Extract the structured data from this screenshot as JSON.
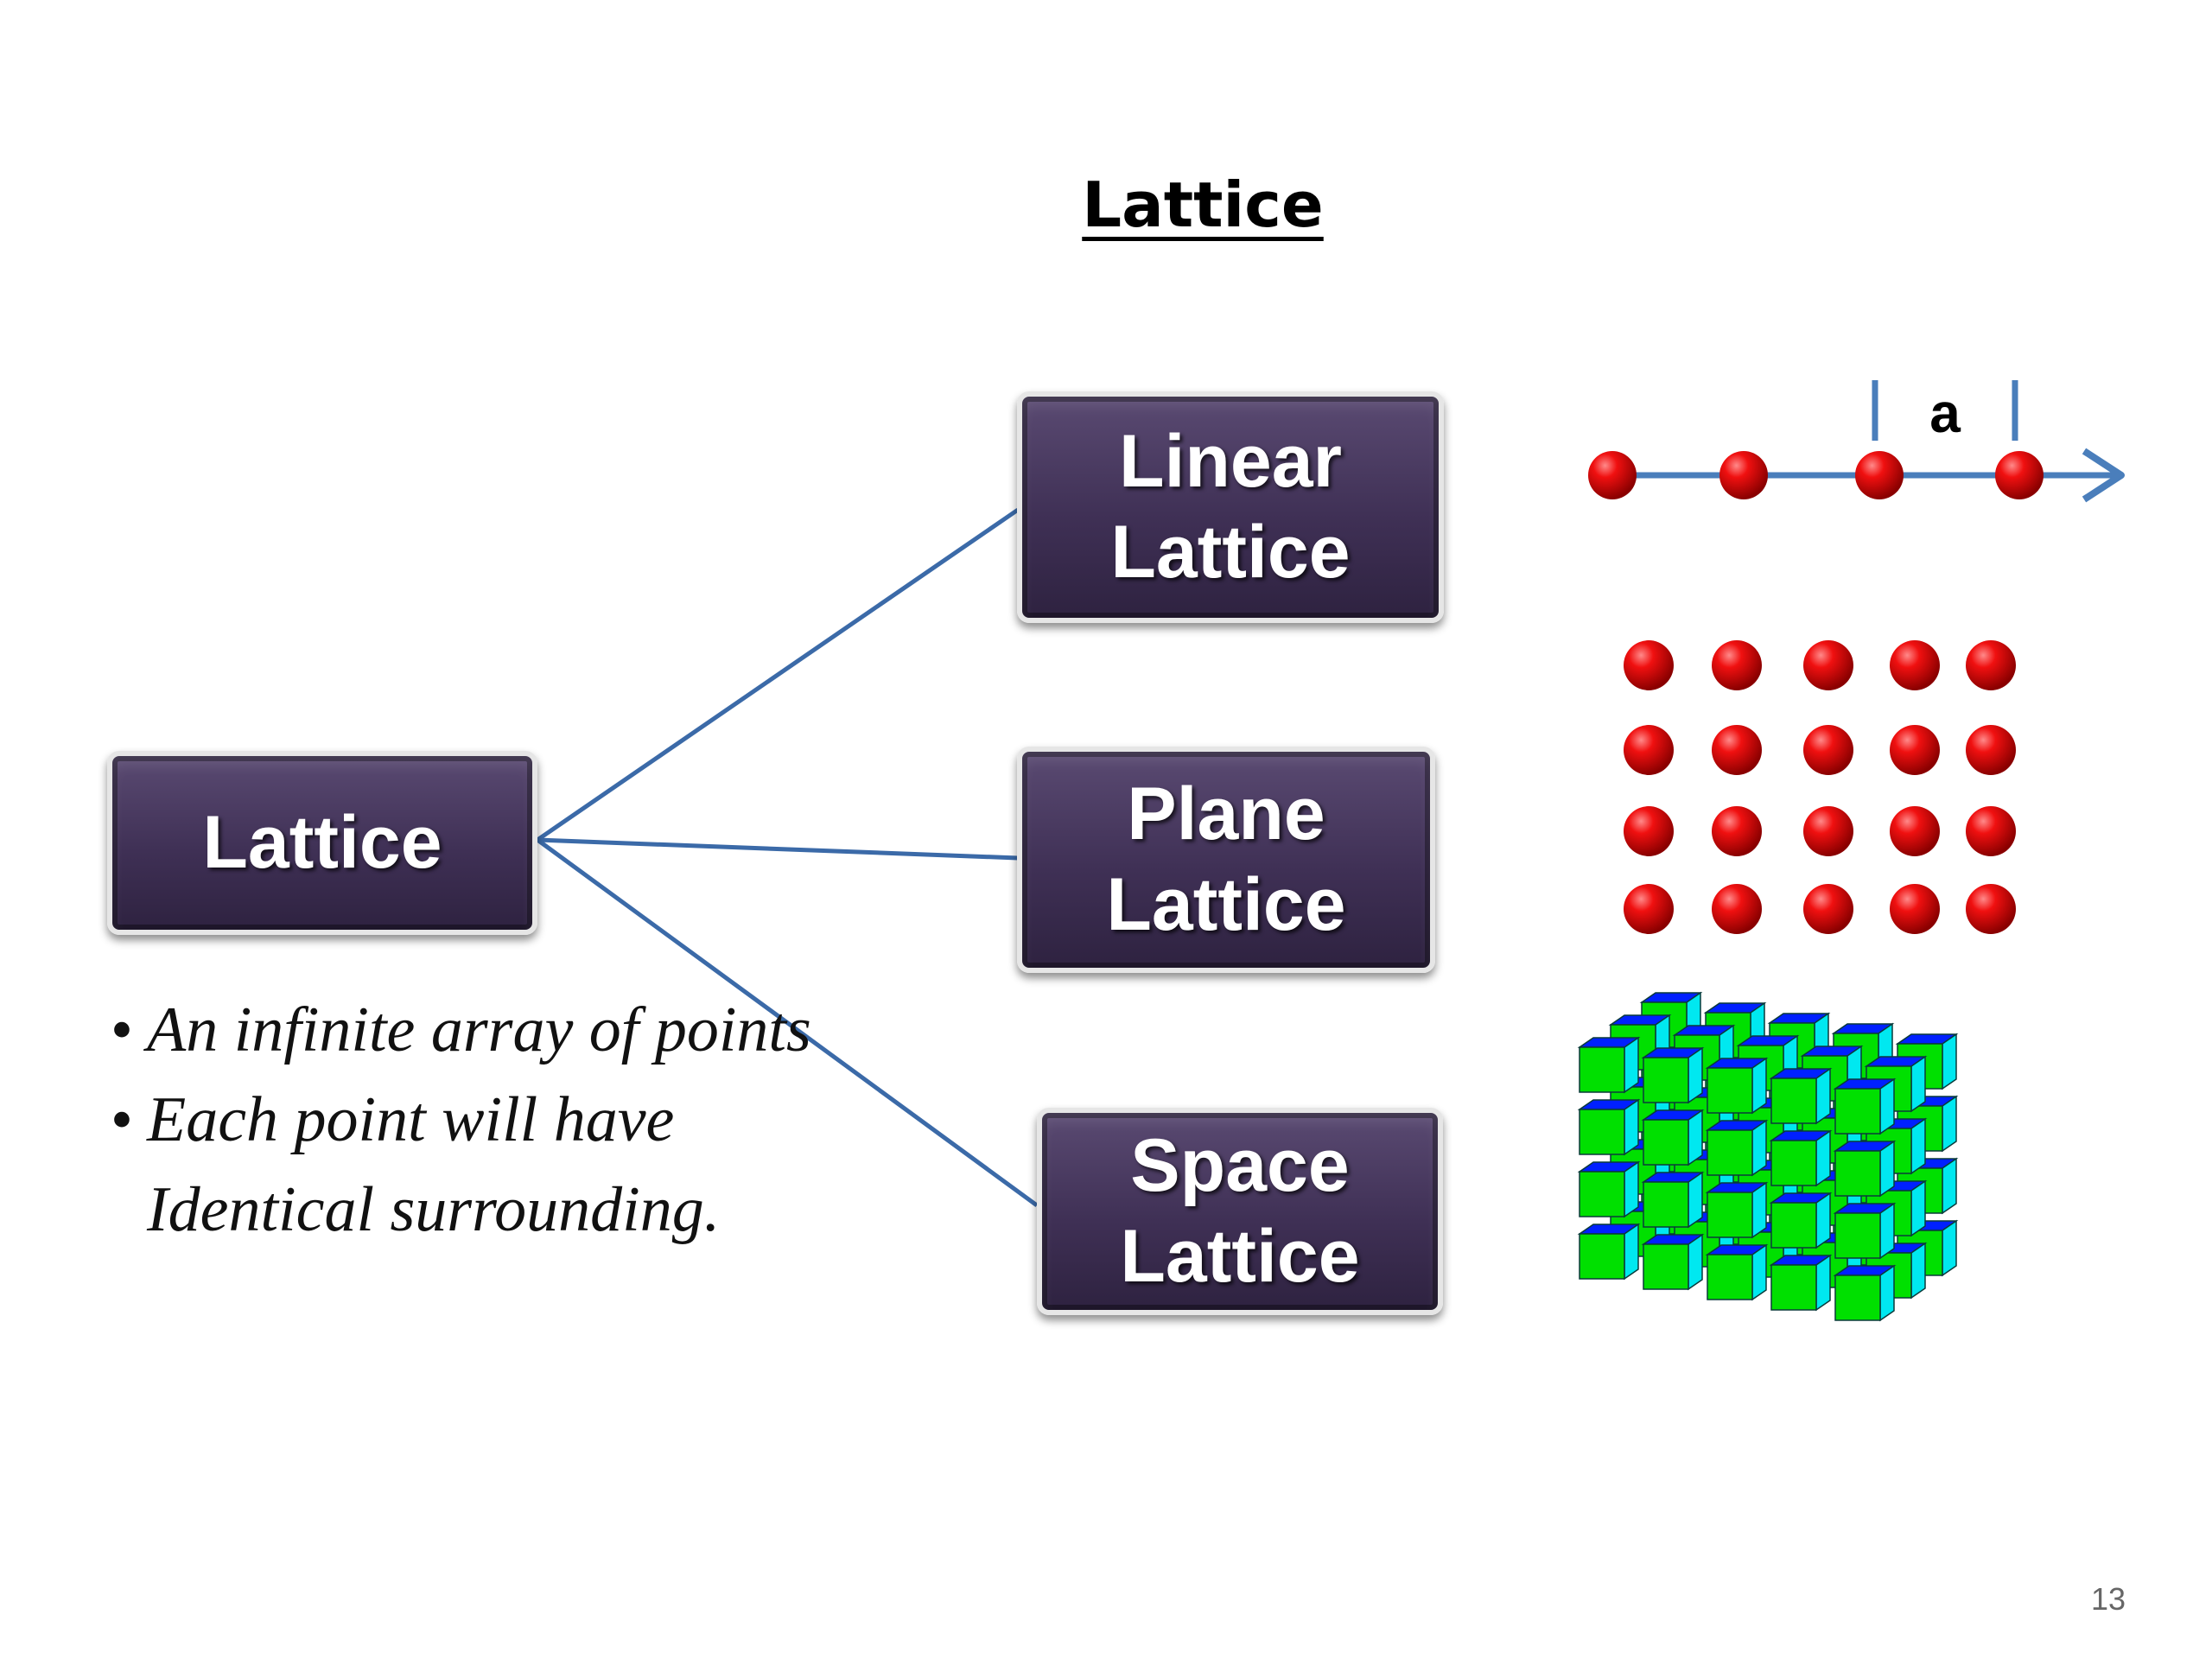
{
  "title": "Lattice",
  "nodes": {
    "root": [
      "Lattice"
    ],
    "linear": [
      "Linear",
      "Lattice"
    ],
    "plane": [
      "Plane",
      "Lattice"
    ],
    "space": [
      "Space",
      "Lattice"
    ]
  },
  "bullets": [
    [
      "An infinite array of points"
    ],
    [
      "Each point  will have",
      "Identical surrounding."
    ]
  ],
  "linear_spacing_label": "a",
  "plane_grid": {
    "rows": 4,
    "cols": 5
  },
  "space_grid": {
    "rows": 4,
    "cols": 5,
    "depth": 3
  },
  "colors": {
    "node_fill": "#3f3055",
    "connector": "#3b6aa8",
    "atom": "#e00000",
    "axis": "#4a7ebb",
    "cube_front": "#00e000",
    "cube_top": "#0020ff",
    "cube_side": "#00e8f0"
  },
  "page_number": "13"
}
